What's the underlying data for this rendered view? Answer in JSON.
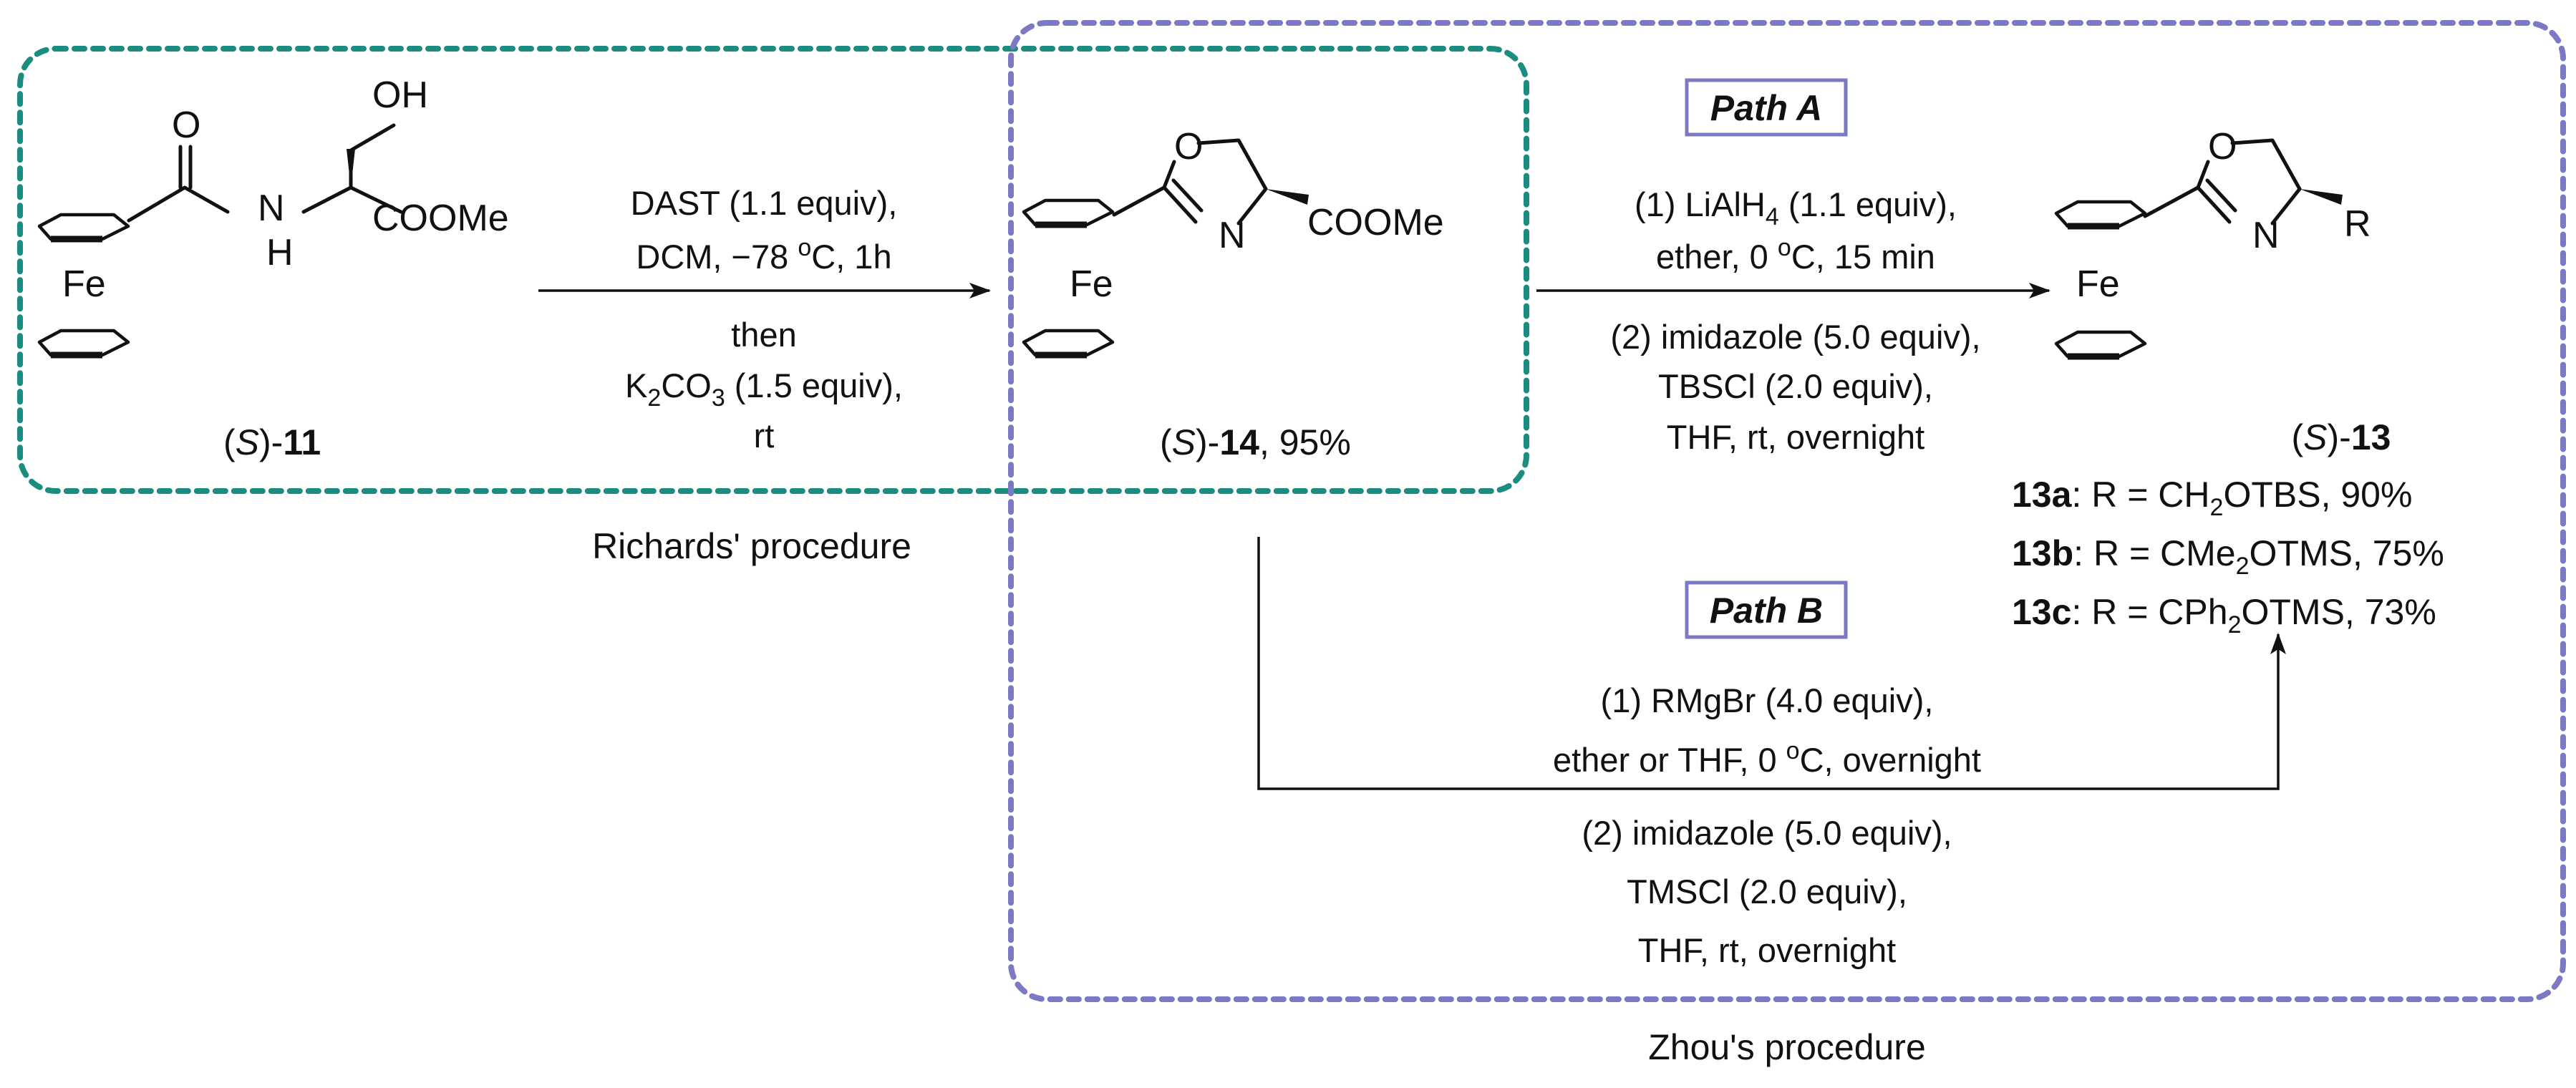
{
  "colors": {
    "richards": "#1a8c80",
    "zhou": "#7b78c4",
    "ink": "#111111"
  },
  "groups": {
    "richards_label": "Richards' procedure",
    "zhou_label": "Zhou's procedure"
  },
  "compounds": {
    "c11": {
      "label_prefix": "(",
      "label_stereo": "S",
      "label_mid": ")-",
      "label_num": "11",
      "atoms": {
        "oh": "OH",
        "o": "O",
        "nh": "N",
        "h": "H",
        "ester": "COOMe",
        "fe": "Fe"
      }
    },
    "c14": {
      "label_prefix": "(",
      "label_stereo": "S",
      "label_mid": ")-",
      "label_num": "14",
      "yield": ", 95%",
      "atoms": {
        "o": "O",
        "n": "N",
        "ester": "COOMe",
        "fe": "Fe"
      }
    },
    "c13": {
      "label_prefix": "(",
      "label_stereo": "S",
      "label_mid": ")-",
      "label_num": "13",
      "atoms": {
        "o": "O",
        "n": "N",
        "r": "R",
        "fe": "Fe"
      },
      "products": [
        {
          "id": "13a",
          "pre": ": R = CH",
          "sub": "2",
          "post": "OTBS, 90%"
        },
        {
          "id": "13b",
          "pre": ": R = CMe",
          "sub": "2",
          "post": "OTMS, 75%"
        },
        {
          "id": "13c",
          "pre": ": R = CPh",
          "sub": "2",
          "post": "OTMS, 73%"
        }
      ]
    }
  },
  "step1": {
    "line1": "DAST (1.1 equiv),",
    "line2_pre": "DCM, −78 ",
    "line2_sup": "o",
    "line2_post": "C, 1h",
    "line3": "then",
    "line4_pre": "K",
    "line4_sub1": "2",
    "line4_mid": "CO",
    "line4_sub2": "3",
    "line4_post": " (1.5 equiv),",
    "line5": "rt"
  },
  "pathA": {
    "label": "Path A",
    "line1_pre": "(1) LiAlH",
    "line1_sub": "4",
    "line1_post": " (1.1 equiv),",
    "line2_pre": "ether, 0 ",
    "line2_sup": "o",
    "line2_post": "C, 15 min",
    "line3": "(2) imidazole (5.0 equiv),",
    "line4": "TBSCl (2.0 equiv),",
    "line5": "THF, rt, overnight"
  },
  "pathB": {
    "label": "Path B",
    "line1": "(1) RMgBr (4.0 equiv),",
    "line2_pre": "ether or THF, 0 ",
    "line2_sup": "o",
    "line2_post": "C, overnight",
    "line3": "(2) imidazole (5.0 equiv),",
    "line4": "TMSCl (2.0 equiv),",
    "line5": "THF, rt, overnight"
  }
}
